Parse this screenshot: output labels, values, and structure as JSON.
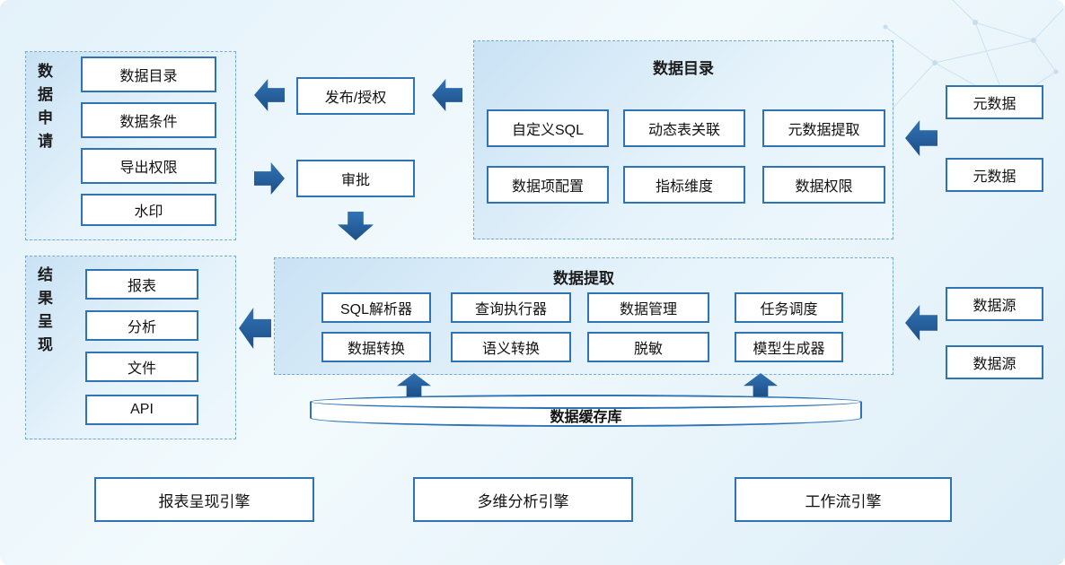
{
  "colors": {
    "box_border": "#2e74b5",
    "arrow_blue": "#1f5a96",
    "group_border_dashed": "#74a9d8",
    "canvas_background": "#e3f1fa"
  },
  "data_application": {
    "label": "数据申请",
    "items": [
      "数据目录",
      "数据条件",
      "导出权限",
      "水印"
    ]
  },
  "workflow": {
    "publish_label": "发布/授权",
    "approve_label": "审批"
  },
  "data_catalog": {
    "title": "数据目录",
    "items": [
      "自定义SQL",
      "动态表关联",
      "元数据提取",
      "数据项配置",
      "指标维度",
      "数据权限"
    ]
  },
  "metadata_sources": {
    "items": [
      "元数据",
      "元数据"
    ]
  },
  "data_extraction": {
    "title": "数据提取",
    "items": [
      "SQL解析器",
      "查询执行器",
      "数据管理",
      "任务调度",
      "数据转换",
      "语义转换",
      "脱敏",
      "模型生成器"
    ]
  },
  "result_presentation": {
    "label": "结果呈现",
    "items": [
      "报表",
      "分析",
      "文件",
      "API"
    ]
  },
  "data_sources": {
    "items": [
      "数据源",
      "数据源"
    ]
  },
  "cache": {
    "label": "数据缓存库"
  },
  "engines": {
    "items": [
      "报表呈现引擎",
      "多维分析引擎",
      "工作流引擎"
    ]
  }
}
